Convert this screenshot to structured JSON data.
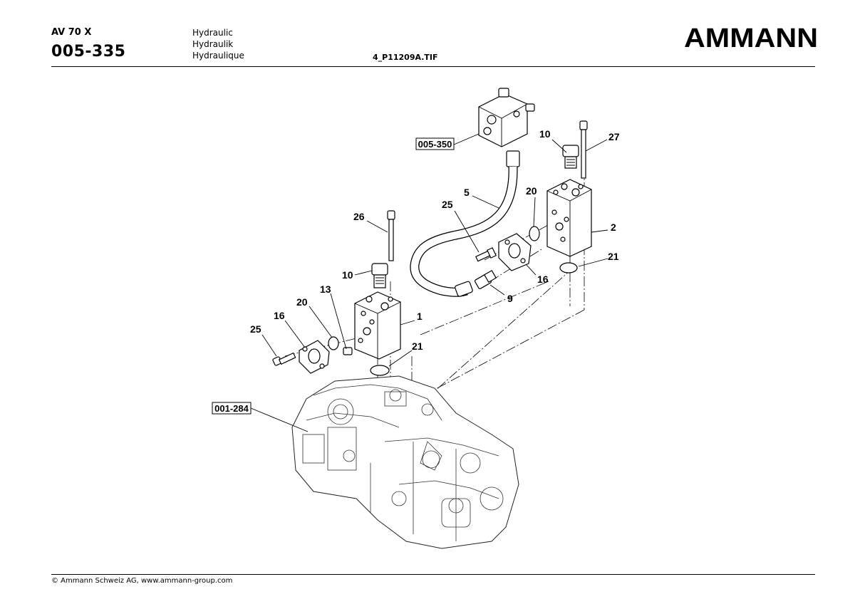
{
  "header": {
    "model": "AV 70 X",
    "section_number": "005-335",
    "titles": [
      "Hydraulic",
      "Hydraulik",
      "Hydraulique"
    ],
    "filename": "4_P11209A.TIF",
    "brand": "AMMANN"
  },
  "footer": {
    "copyright": "© Ammann Schweiz AG, www.ammann-group.com"
  },
  "diagram": {
    "part_labels": {
      "p1": "1",
      "p2": "2",
      "p5": "5",
      "p9": "9",
      "p10a": "10",
      "p10b": "10",
      "p13": "13",
      "p16a": "16",
      "p16b": "16",
      "p20a": "20",
      "p20b": "20",
      "p21a": "21",
      "p21b": "21",
      "p25a": "25",
      "p25b": "25",
      "p26": "26",
      "p27": "27"
    },
    "references": {
      "ref_valve": "005-350",
      "ref_pump": "001-284"
    }
  }
}
